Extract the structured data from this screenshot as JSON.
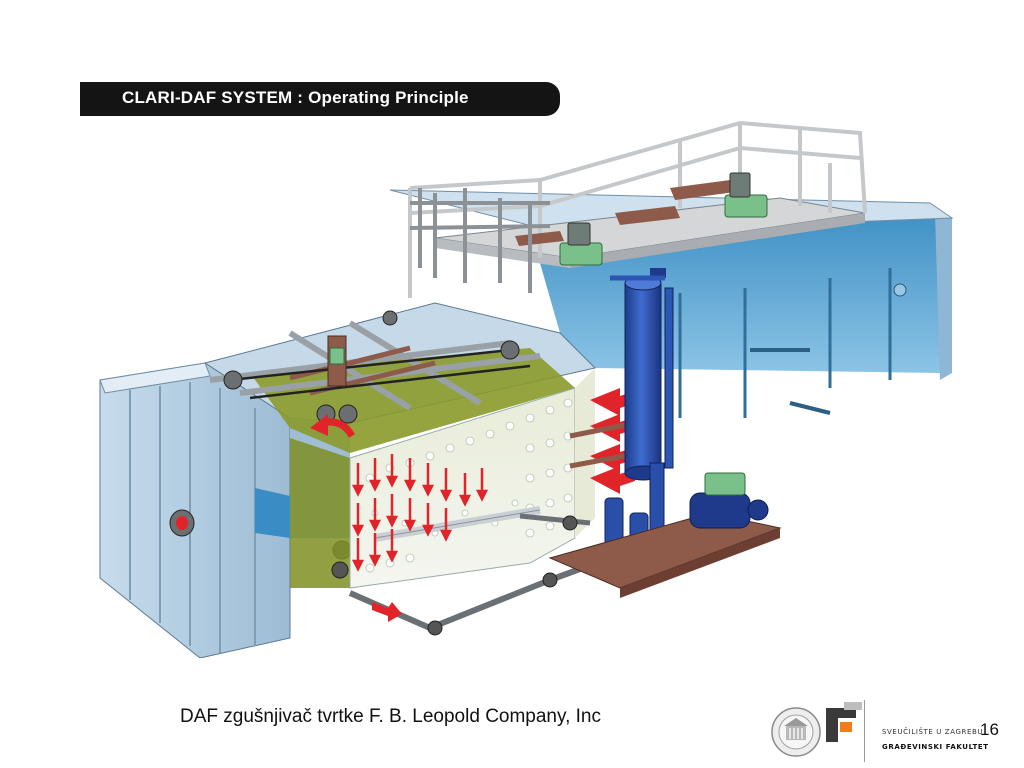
{
  "slide": {
    "title": "CLARI-DAF SYSTEM : Operating Principle",
    "caption": "DAF zgušnjivač tvrtke F. B. Leopold Company, Inc",
    "page_number": "16"
  },
  "logos": {
    "university_line": "SVEUČILIŠTE U ZAGREBU",
    "faculty_line": "GRAĐEVINSKI FAKULTET"
  },
  "colors": {
    "title_bar": "#141414",
    "tank_steel": "#a9c6dc",
    "water": "#4f9fd0",
    "sludge": "#8a9a2a",
    "flow_arrow": "#e0242a",
    "saturator": "#2a4fa8",
    "motor": "#7ac08a",
    "beam": "#8e5a4a"
  }
}
